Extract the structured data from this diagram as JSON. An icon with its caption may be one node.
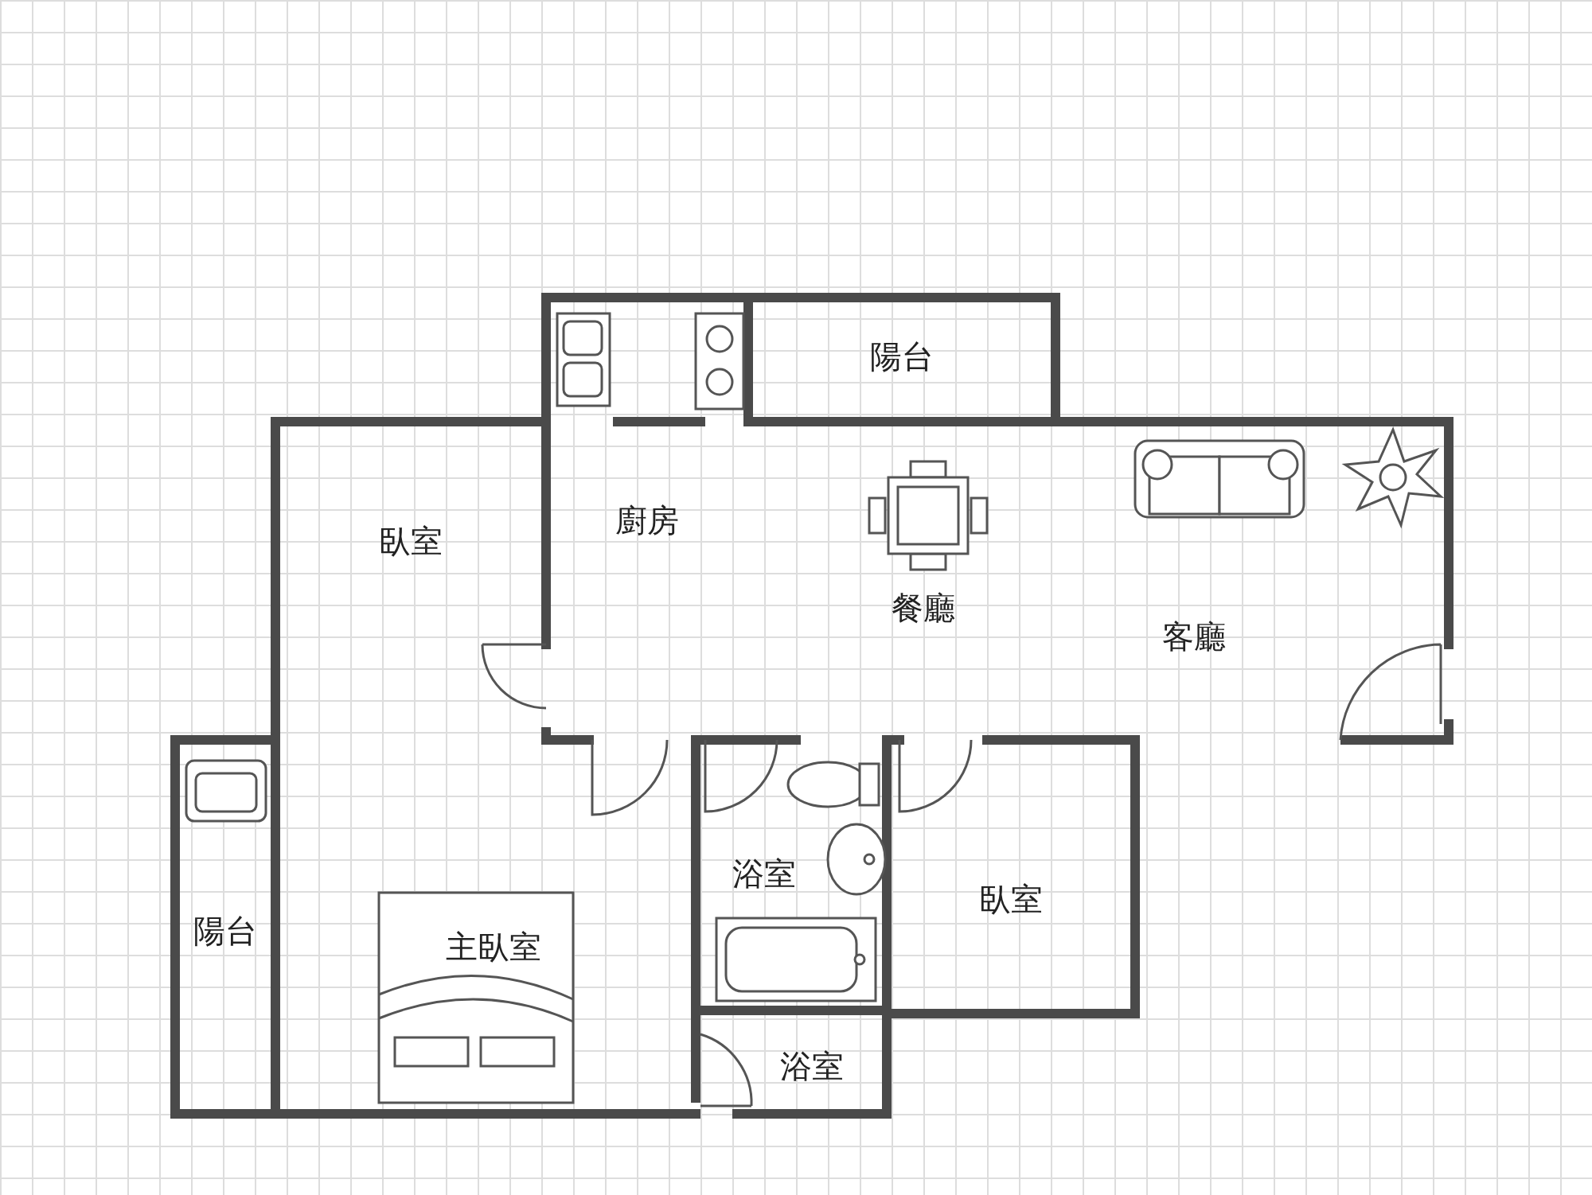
{
  "diagram": {
    "nodes": [
      {
        "text": [
          "陽台"
        ]
      },
      {
        "text": [
          "臥室"
        ]
      },
      {
        "text": [
          "廚房"
        ]
      },
      {
        "text": [
          "餐廳"
        ]
      },
      {
        "text": [
          "客廳"
        ]
      },
      {
        "text": [
          "陽台"
        ]
      },
      {
        "text": [
          "主臥室"
        ]
      },
      {
        "text": [
          "浴室"
        ]
      },
      {
        "text": [
          "臥室"
        ]
      },
      {
        "text": [
          "浴室"
        ]
      }
    ]
  }
}
